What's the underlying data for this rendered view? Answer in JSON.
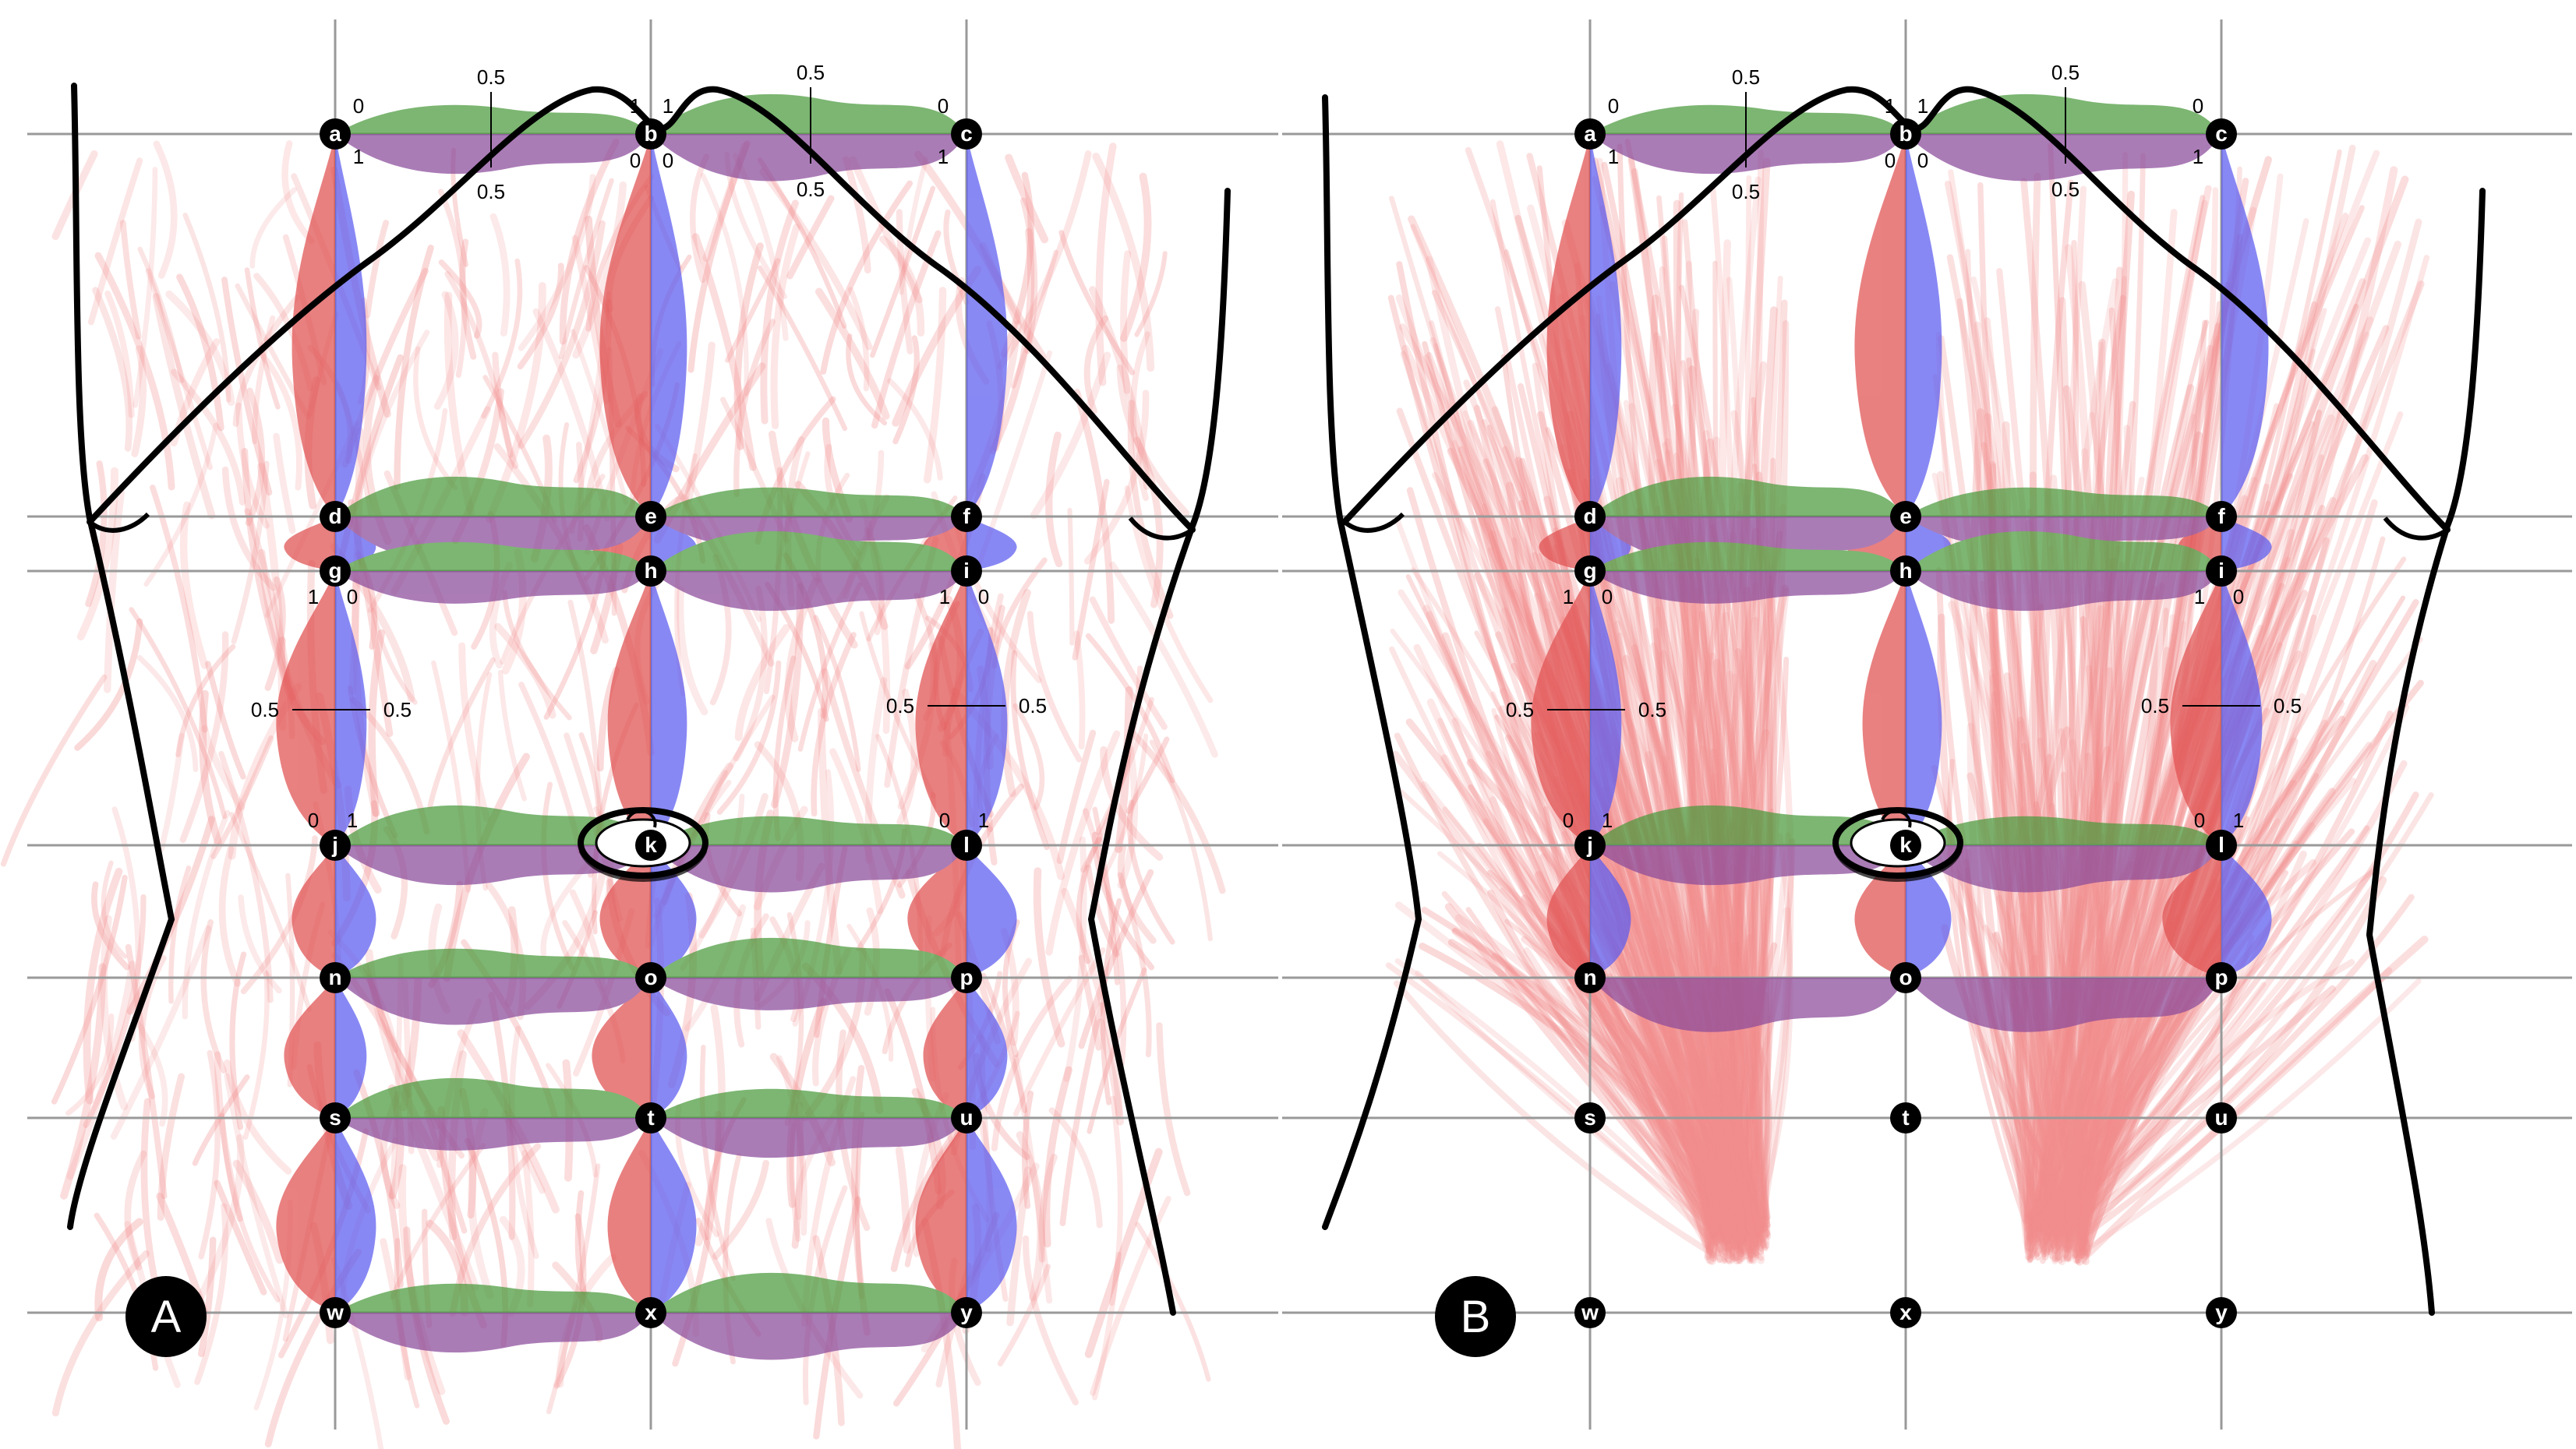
{
  "panels": [
    {
      "id": "A",
      "label": "A"
    },
    {
      "id": "B",
      "label": "B"
    }
  ],
  "nodes": [
    "a",
    "b",
    "c",
    "d",
    "e",
    "f",
    "g",
    "h",
    "i",
    "j",
    "k",
    "l",
    "n",
    "o",
    "p",
    "s",
    "t",
    "u",
    "w",
    "x",
    "y"
  ],
  "scale_labels": {
    "zero": "0",
    "half": "0.5",
    "one": "1"
  },
  "colors": {
    "fiber": "#f08080",
    "blue_profile": "#5b5bf0",
    "red_profile": "#e05050",
    "green_profile": "#4a9a3c",
    "purple_profile": "#8a4a9a",
    "grid": "#999999",
    "outline": "#000000",
    "node_fill": "#000000",
    "node_text": "#ffffff"
  }
}
